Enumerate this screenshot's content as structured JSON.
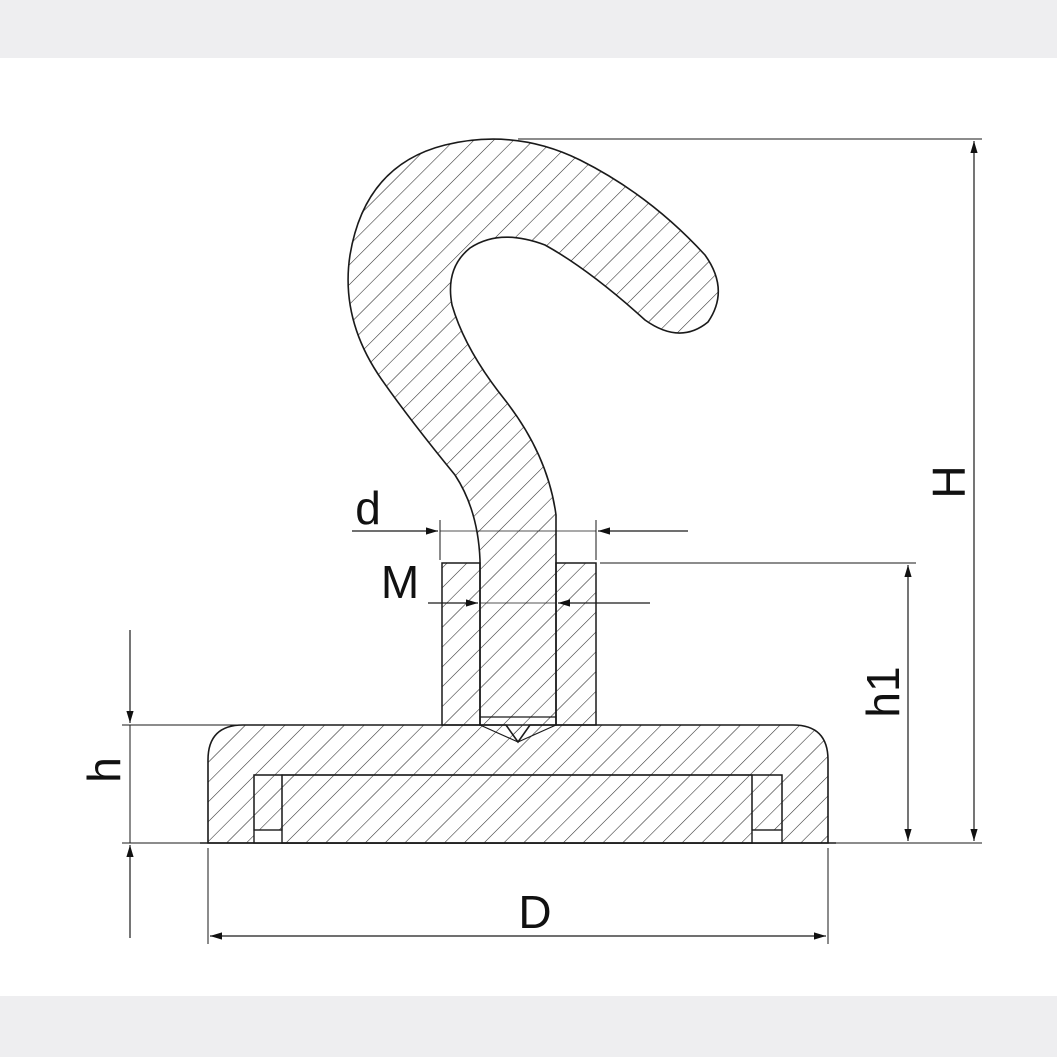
{
  "colors": {
    "band": "#eeeef0",
    "outline": "#1a1a1a",
    "hatch": "#2a2a2a",
    "background": "#ffffff"
  },
  "labels": {
    "H": "H",
    "h1": "h1",
    "h": "h",
    "D": "D",
    "d": "d",
    "M": "M"
  }
}
